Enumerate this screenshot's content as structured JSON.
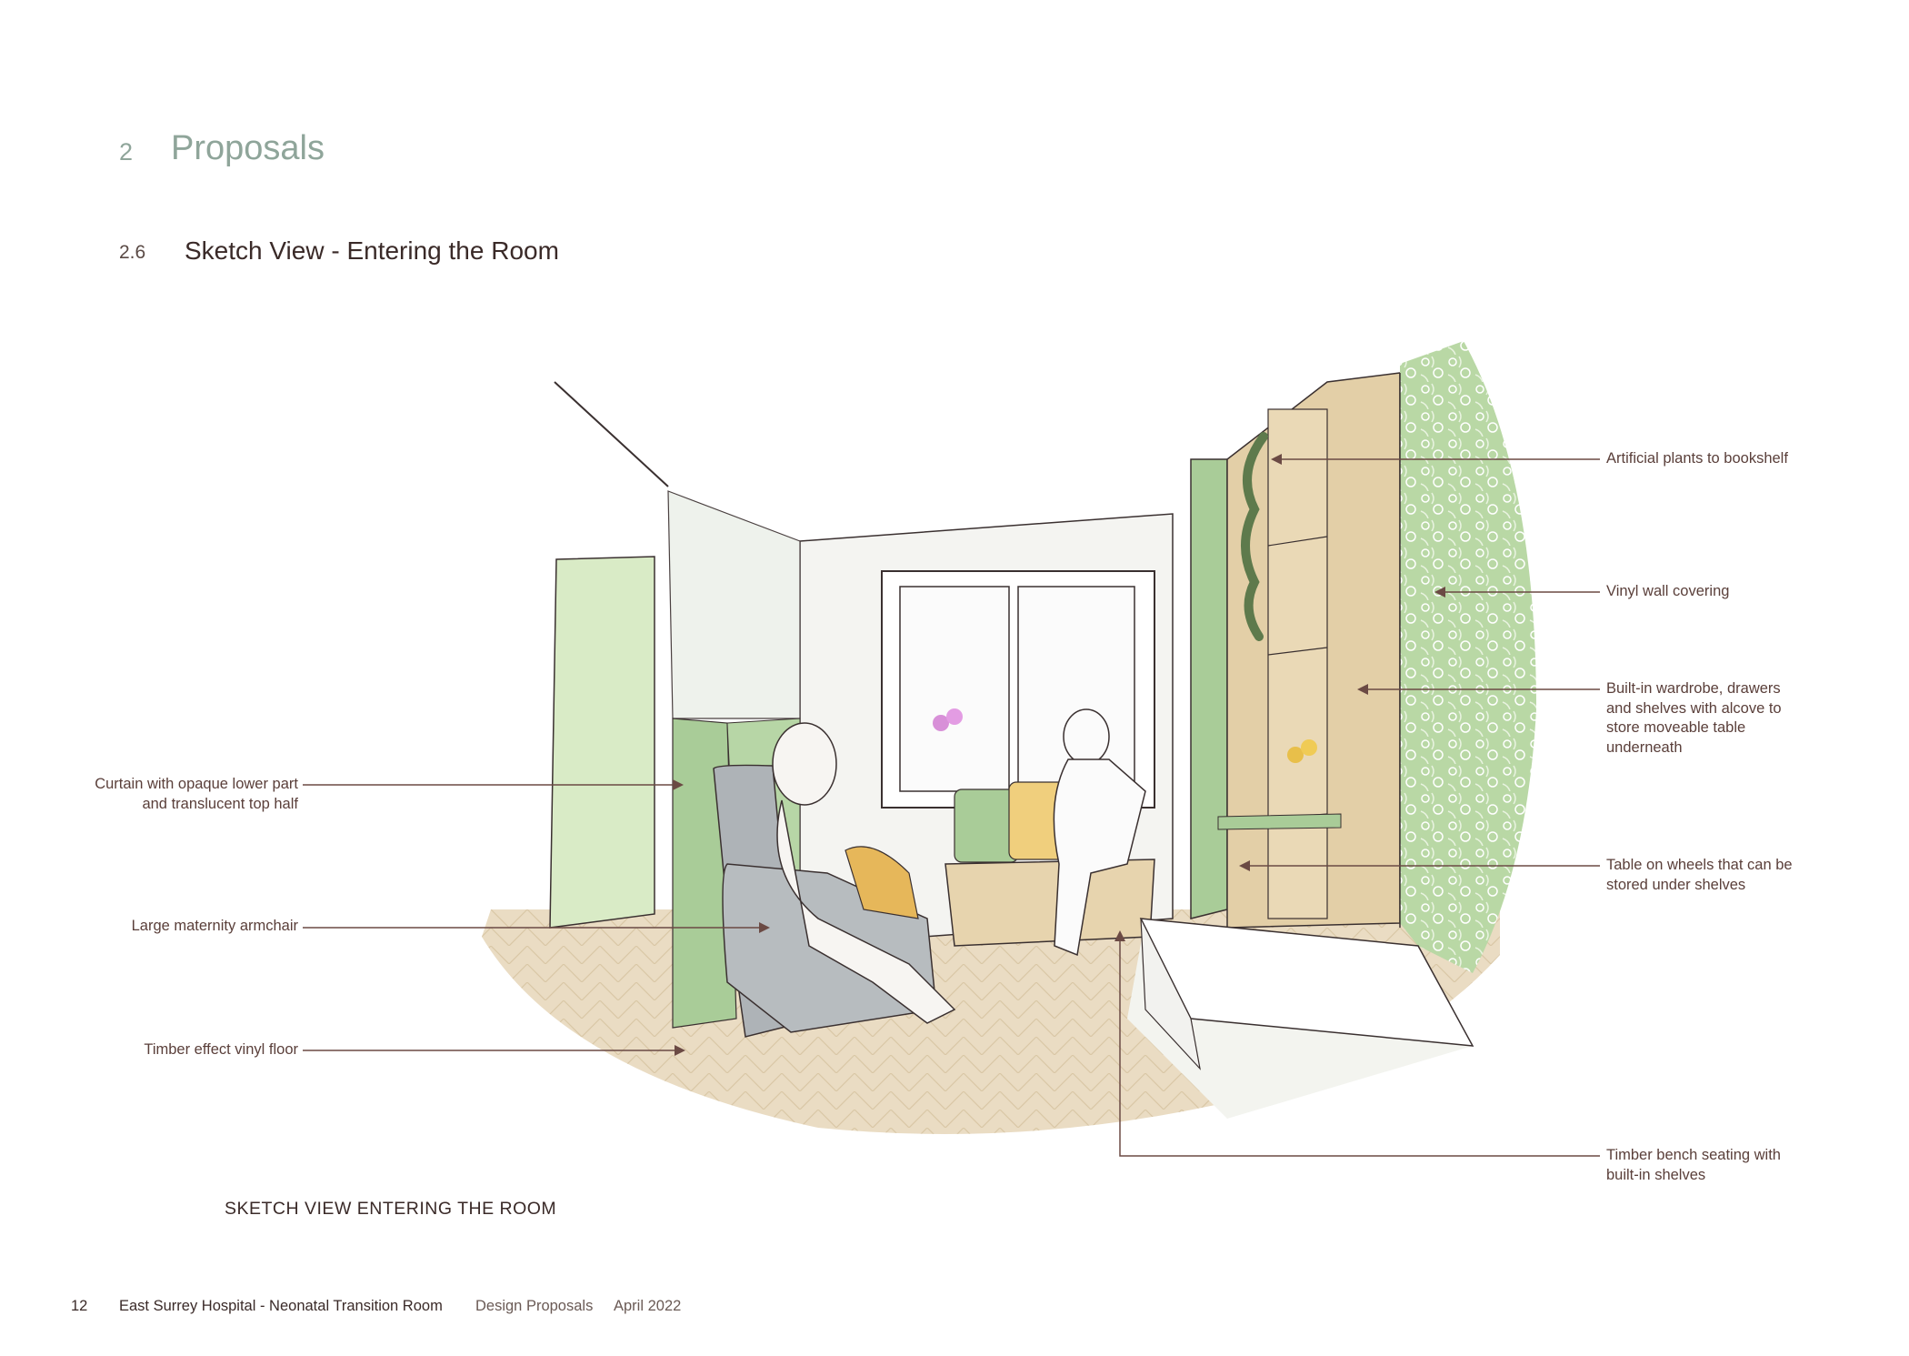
{
  "header": {
    "section_number": "2",
    "section_title": "Proposals",
    "subsection_number": "2.6",
    "subsection_title": "Sketch View - Entering the Room"
  },
  "annotations": {
    "left": [
      {
        "id": "curtain",
        "text": "Curtain with opaque lower part and translucent  top half"
      },
      {
        "id": "armchair",
        "text": "Large maternity armchair"
      },
      {
        "id": "floor",
        "text": "Timber effect vinyl floor"
      }
    ],
    "right": [
      {
        "id": "plants",
        "text": "Artificial plants to bookshelf"
      },
      {
        "id": "vinyl",
        "text": "Vinyl wall covering"
      },
      {
        "id": "wardrobe",
        "text": "Built-in wardrobe, drawers and shelves with alcove to store moveable table underneath"
      },
      {
        "id": "table",
        "text": "Table on wheels that can be stored under shelves"
      },
      {
        "id": "bench",
        "text": "Timber bench seating with built-in shelves"
      }
    ]
  },
  "caption": "SKETCH VIEW ENTERING THE ROOM",
  "footer": {
    "page_number": "12",
    "document_title": "East Surrey Hospital - Neonatal Transition Room",
    "section": "Design Proposals",
    "date": "April 2022"
  },
  "colors": {
    "heading_green": "#8fa59a",
    "sage": "#a9cc98",
    "timber": "#e0cca6",
    "leader_line": "#6b4a44"
  }
}
